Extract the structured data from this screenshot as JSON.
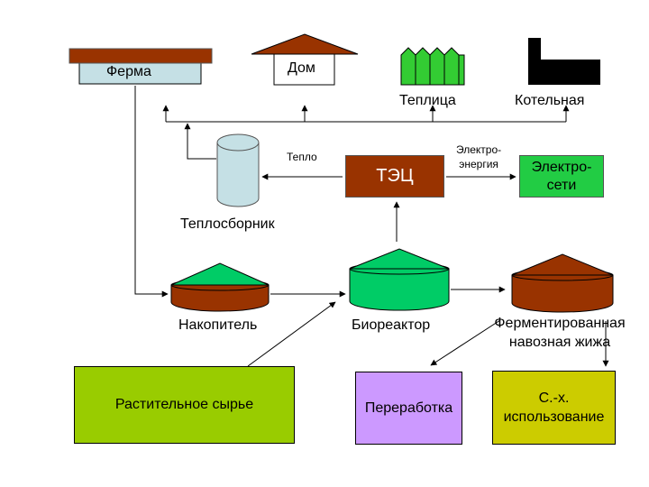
{
  "nodes": {
    "farm": "Ферма",
    "house": "Дом",
    "greenhouse": "Теплица",
    "boiler": "Котельная",
    "heat_storage": "Теплосборник",
    "chp": "ТЭЦ",
    "grid": "Электро-\nсети",
    "storage": "Накопитель",
    "bioreactor": "Биореактор",
    "fermented_line1": "Ферментированная",
    "fermented_line2": "навозная жижа",
    "raw_material": "Растительное сырье",
    "processing": "Переработка",
    "agri_line1": "С.-х.",
    "agri_line2": "использование"
  },
  "edges": {
    "heat": "Тепло",
    "electricity_line1": "Электро-",
    "electricity_line2": "энергия"
  },
  "colors": {
    "roof_brown": "#993300",
    "farm_wall": "#c5e0e5",
    "green": "#00cc66",
    "greenhouse_green": "#33cc33",
    "chp_box": "#993300",
    "grid_box": "#22cc44",
    "raw_box": "#99cc00",
    "processing_box": "#cc99ff",
    "agri_box": "#cccc00",
    "cylinder": "#c5e0e5"
  }
}
